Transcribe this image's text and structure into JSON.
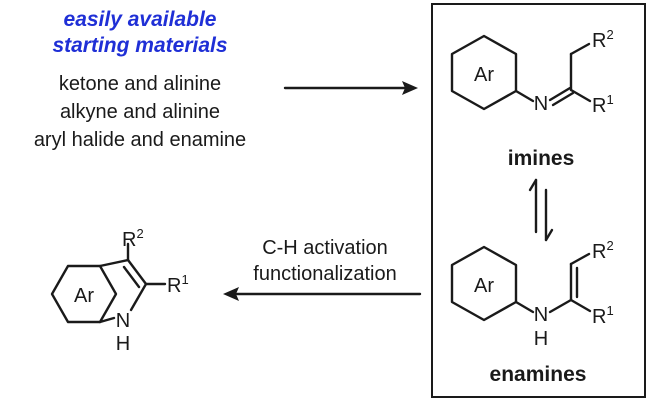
{
  "starting_materials": {
    "heading_line1": "easily available",
    "heading_line2": "starting materials",
    "items": [
      "ketone and alinine",
      "alkyne and alinine",
      "aryl halide and enamine"
    ]
  },
  "imine": {
    "ring_label": "Ar",
    "N": "N",
    "R_top": "R",
    "R_top_sup": "2",
    "R_right": "R",
    "R_right_sup": "1",
    "caption": "imines"
  },
  "enamine": {
    "ring_label": "Ar",
    "N": "N",
    "H": "H",
    "R_top": "R",
    "R_top_sup": "2",
    "R_right": "R",
    "R_right_sup": "1",
    "caption": "enamines"
  },
  "indole": {
    "ring_label": "Ar",
    "R_top": "R",
    "R_top_sup": "2",
    "R_right": "R",
    "R_right_sup": "1",
    "N": "N",
    "H": "H"
  },
  "reaction": {
    "line1": "C-H activation",
    "line2": "functionalization"
  },
  "colors": {
    "heading": "#1f2fd6",
    "ink": "#1a1a1a"
  }
}
